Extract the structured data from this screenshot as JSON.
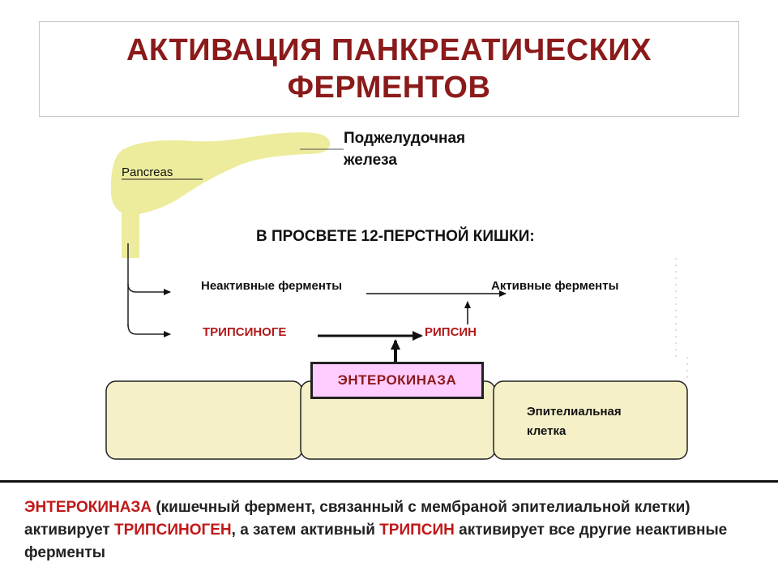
{
  "title": {
    "line1": "АКТИВАЦИЯ ПАНКРЕАТИЧЕСКИХ",
    "line2": "ФЕРМЕНТОВ"
  },
  "diagram": {
    "pancreas_label_en": "Pancreas",
    "pancreas_label_ru_line1": "Поджелудочная",
    "pancreas_label_ru_line2": "железа",
    "lumen_label": "В ПРОСВЕТЕ 12-ПЕРСТНОЙ КИШКИ:",
    "inactive_enzymes": "Неактивные ферменты",
    "active_enzymes": "Активные ферменты",
    "trypsinogen": "ТРИПСИНОГЕ",
    "trypsin": "РИПСИН",
    "enterokinase": "ЭНТЕРОКИНАЗА",
    "epithelial_line1": "Эпителиальная",
    "epithelial_line2": "клетка",
    "colors": {
      "title": "#8b1a1a",
      "pancreas_fill": "#ecec9c",
      "cell_fill": "#f5f0c8",
      "enterokinase_fill": "#ffccff",
      "highlight_red": "#c01818"
    }
  },
  "footer": {
    "seg1": "ЭНТЕРОКИНАЗА",
    "seg2": " (кишечный фермент, связанный с мембраной эпителиальной клетки) активирует ",
    "seg3": "ТРИПСИНОГЕН",
    "seg4": ", а затем активный ",
    "seg5": "ТРИПСИН",
    "seg6": " активирует все другие неактивные ферменты"
  }
}
